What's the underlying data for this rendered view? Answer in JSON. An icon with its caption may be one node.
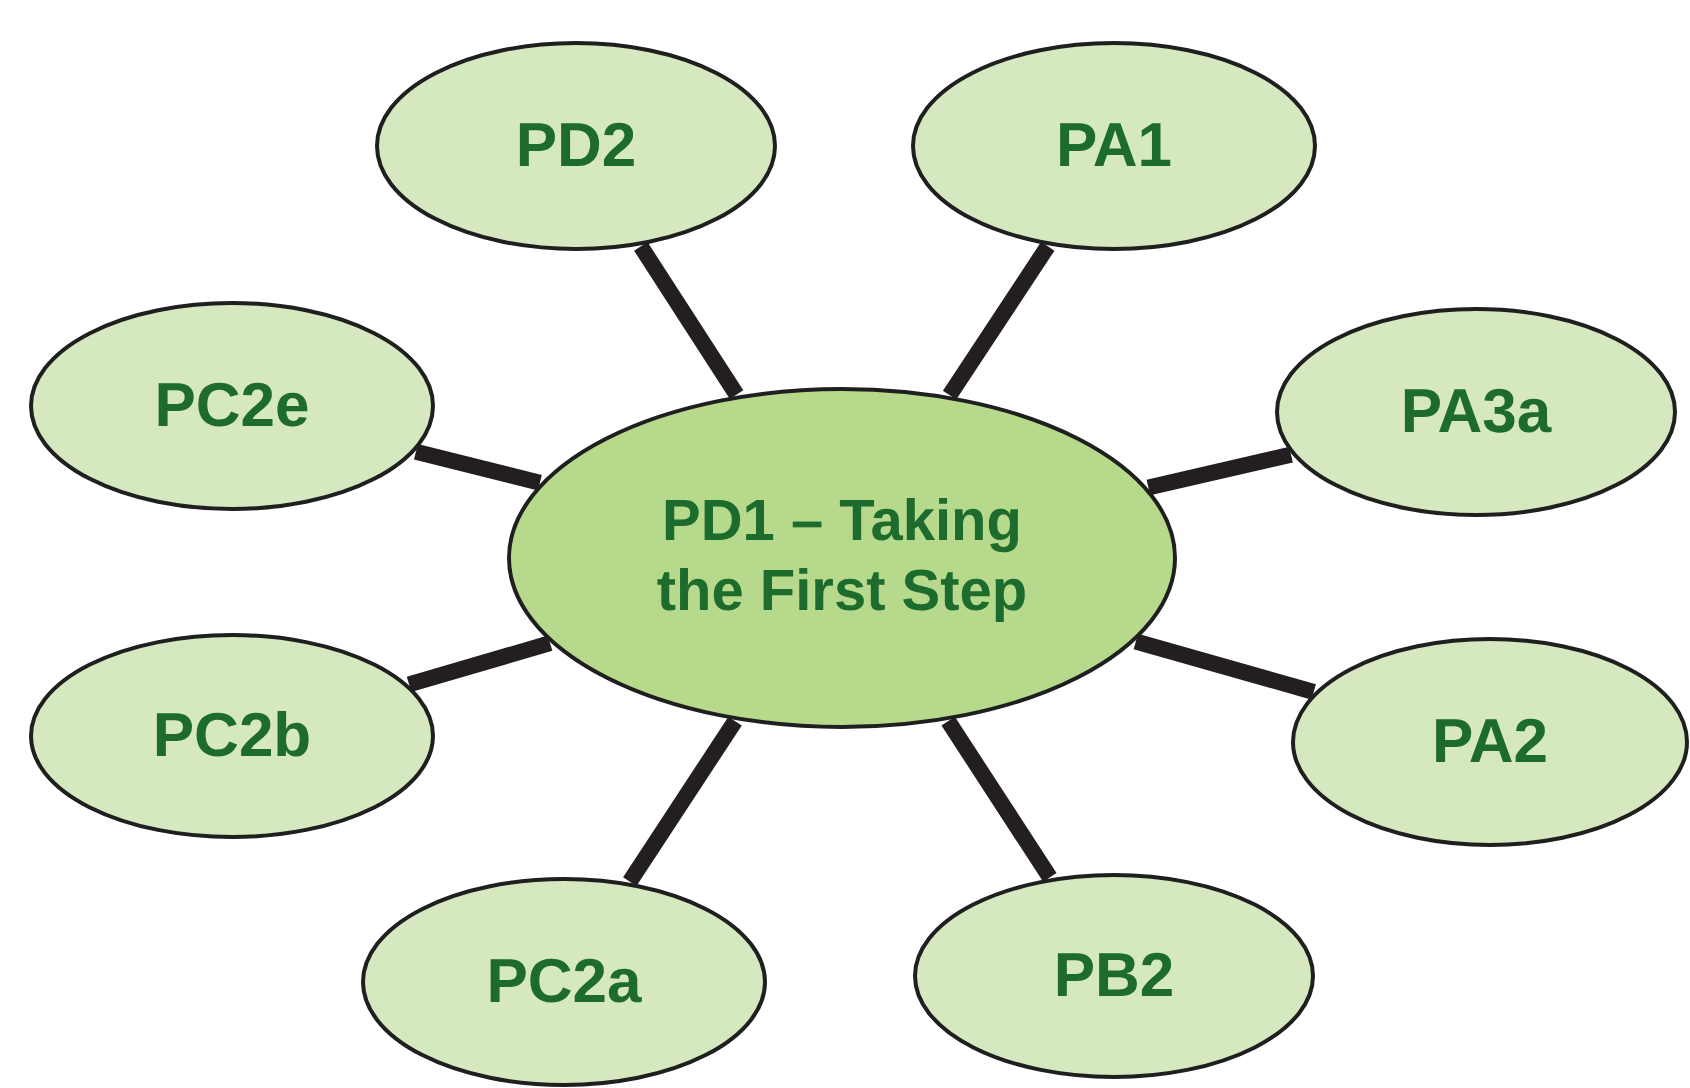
{
  "diagram": {
    "nodes": [
      {
        "text": [
          "PD2"
        ]
      },
      {
        "text": [
          "PA1"
        ]
      },
      {
        "text": [
          "PC2e"
        ]
      },
      {
        "text": [
          "PA3a"
        ]
      },
      {
        "text": [
          "PD1 – Taking the First Step"
        ]
      },
      {
        "text": [
          "PC2b"
        ]
      },
      {
        "text": [
          "PA2"
        ]
      },
      {
        "text": [
          "PC2a"
        ]
      },
      {
        "text": [
          "PB2"
        ]
      }
    ],
    "edges": [
      {
        "from": 4,
        "to": 0,
        "arrow": "none"
      },
      {
        "from": 4,
        "to": 1,
        "arrow": "none"
      },
      {
        "from": 4,
        "to": 2,
        "arrow": "none"
      },
      {
        "from": 4,
        "to": 3,
        "arrow": "none"
      },
      {
        "from": 4,
        "to": 5,
        "arrow": "none"
      },
      {
        "from": 4,
        "to": 6,
        "arrow": "none"
      },
      {
        "from": 4,
        "to": 7,
        "arrow": "none"
      },
      {
        "from": 4,
        "to": 8,
        "arrow": "none"
      }
    ]
  }
}
